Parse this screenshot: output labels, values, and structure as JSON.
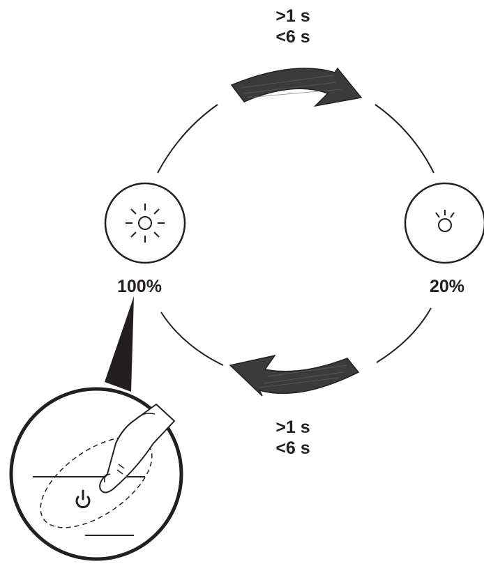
{
  "cycle_top": {
    "min": ">1 s",
    "max": "<6 s"
  },
  "cycle_bottom": {
    "min": ">1 s",
    "max": "<6 s"
  },
  "state_full": {
    "label": "100%",
    "icon": "bright-sun-icon"
  },
  "state_dim": {
    "label": "20%",
    "icon": "dim-bulb-icon"
  },
  "inset": {
    "icon": "power-icon",
    "description_icon": "finger-press-icon"
  },
  "colors": {
    "ink": "#231f20",
    "arrow_fill": "#3b3b3b",
    "background": "#ffffff"
  }
}
